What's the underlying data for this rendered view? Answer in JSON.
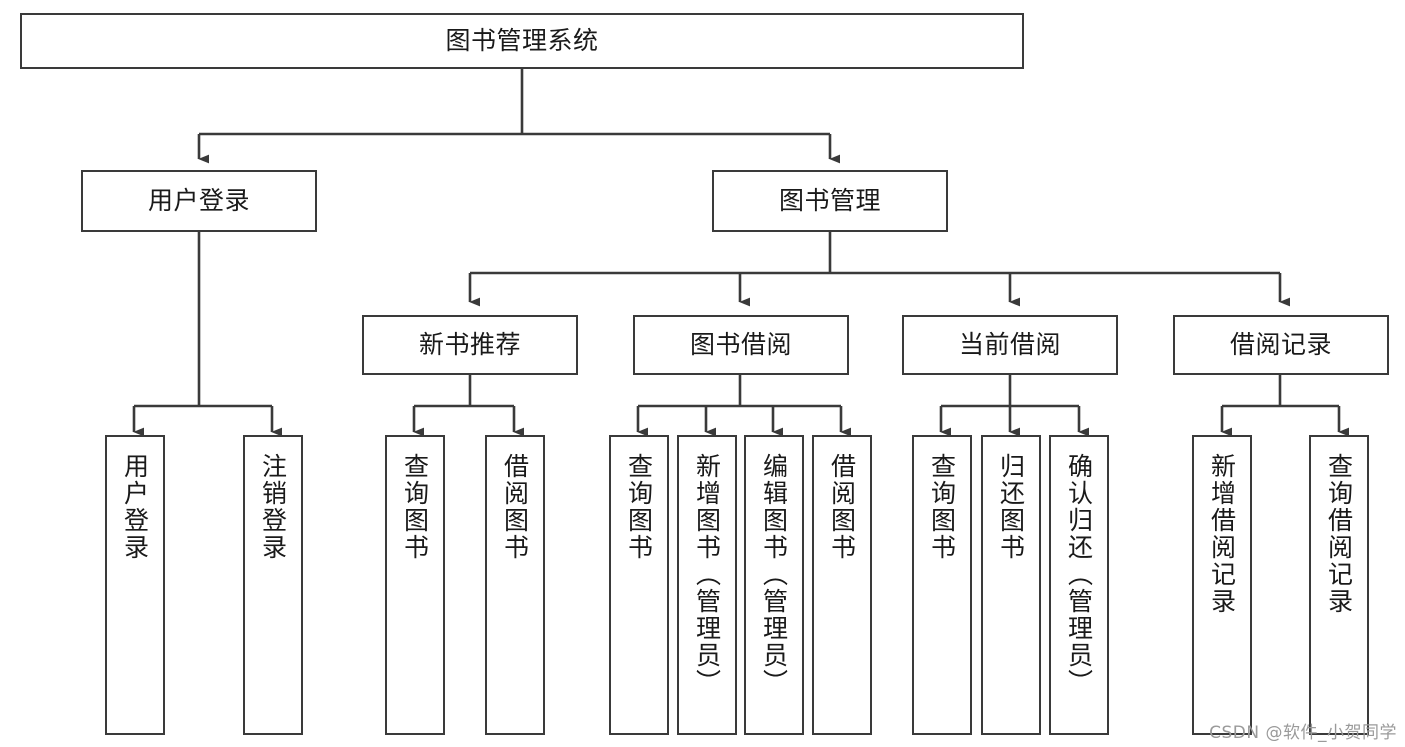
{
  "diagram": {
    "type": "tree",
    "title": "图书管理系统",
    "colors": {
      "node_border": "#3a3a3a",
      "node_fill": "#ffffff",
      "edge": "#3a3a3a",
      "text": "#1a1a1a",
      "watermark": "#9a9a9a"
    },
    "watermark": "CSDN @软件_小贺同学",
    "nodes": {
      "root": {
        "label": "图书管理系统"
      },
      "level2": [
        {
          "label": "用户登录"
        },
        {
          "label": "图书管理"
        }
      ],
      "level3": [
        {
          "label": "新书推荐"
        },
        {
          "label": "图书借阅"
        },
        {
          "label": "当前借阅"
        },
        {
          "label": "借阅记录"
        }
      ],
      "leaves_user_login": [
        {
          "label": "用户登录"
        },
        {
          "label": "注销登录"
        }
      ],
      "leaves_new_book": [
        {
          "label": "查询图书"
        },
        {
          "label": "借阅图书"
        }
      ],
      "leaves_borrow": [
        {
          "label": "查询图书"
        },
        {
          "label": "新增图书（管理员）"
        },
        {
          "label": "编辑图书（管理员）"
        },
        {
          "label": "借阅图书"
        }
      ],
      "leaves_current": [
        {
          "label": "查询图书"
        },
        {
          "label": "归还图书"
        },
        {
          "label": "确认归还（管理员）"
        }
      ],
      "leaves_records": [
        {
          "label": "新增借阅记录"
        },
        {
          "label": "查询借阅记录"
        }
      ]
    }
  }
}
